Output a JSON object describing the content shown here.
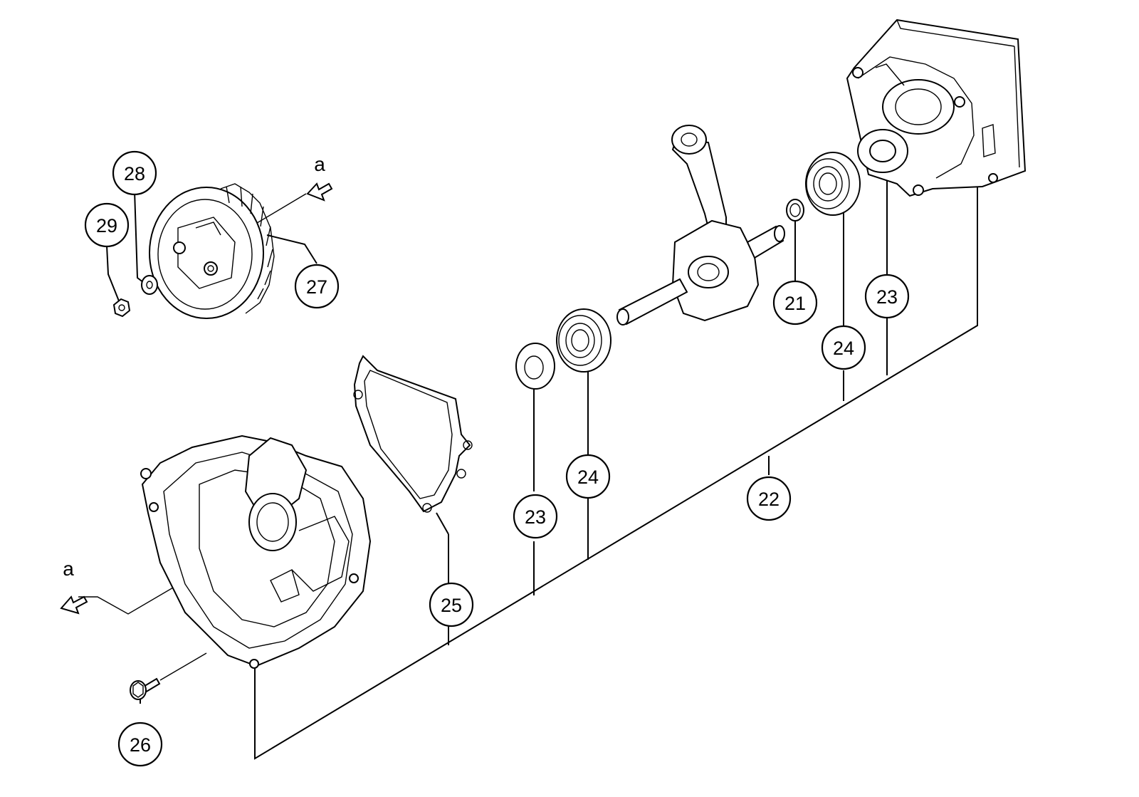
{
  "diagram": {
    "callouts": [
      {
        "key": "c21",
        "label": "21"
      },
      {
        "key": "c22",
        "label": "22"
      },
      {
        "key": "c23a",
        "label": "23"
      },
      {
        "key": "c23b",
        "label": "23"
      },
      {
        "key": "c24a",
        "label": "24"
      },
      {
        "key": "c24b",
        "label": "24"
      },
      {
        "key": "c25",
        "label": "25"
      },
      {
        "key": "c26",
        "label": "26"
      },
      {
        "key": "c27",
        "label": "27"
      },
      {
        "key": "c28",
        "label": "28"
      },
      {
        "key": "c29",
        "label": "29"
      }
    ],
    "reference_labels": [
      {
        "key": "ref-top",
        "label": "a"
      },
      {
        "key": "ref-left",
        "label": "a"
      }
    ]
  }
}
